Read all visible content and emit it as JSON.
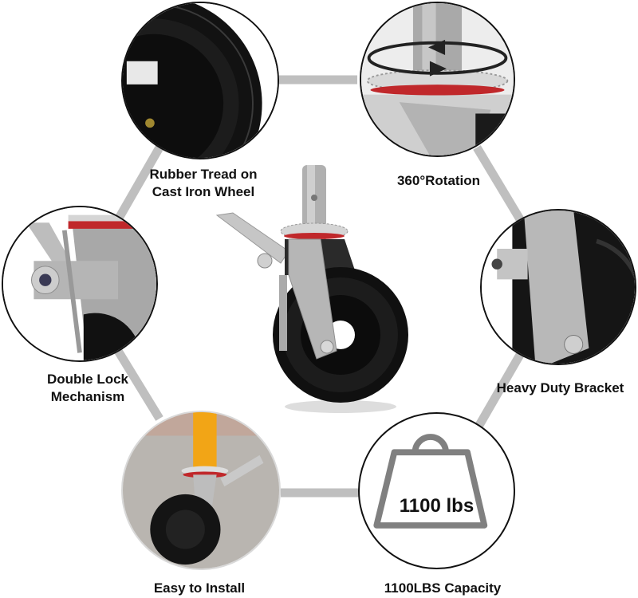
{
  "features": [
    {
      "id": "rubber-tread",
      "label_line1": "Rubber Tread on",
      "label_line2": "Cast Iron Wheel",
      "icon": "wheel-tread-closeup"
    },
    {
      "id": "rotation",
      "label_line1": "360°Rotation",
      "label_line2": "",
      "icon": "swivel-rotation-arrows"
    },
    {
      "id": "double-lock",
      "label_line1": "Double Lock",
      "label_line2": "Mechanism",
      "icon": "brake-lock-closeup"
    },
    {
      "id": "heavy-bracket",
      "label_line1": "Heavy Duty Bracket",
      "label_line2": "",
      "icon": "bracket-closeup"
    },
    {
      "id": "easy-install",
      "label_line1": "Easy to Install",
      "label_line2": "",
      "icon": "installed-caster-photo"
    },
    {
      "id": "capacity",
      "label_line1": "1100LBS Capacity",
      "label_line2": "",
      "icon": "weight-icon"
    }
  ],
  "weight_badge": "1100 lbs",
  "colors": {
    "connector": "#bfbfbf",
    "outline": "#111111",
    "rubber": "#111111",
    "steel": "#b8b8b8",
    "seal_red": "#c0282b",
    "pole_yellow": "#f2a516",
    "weight_gray": "#808080"
  }
}
